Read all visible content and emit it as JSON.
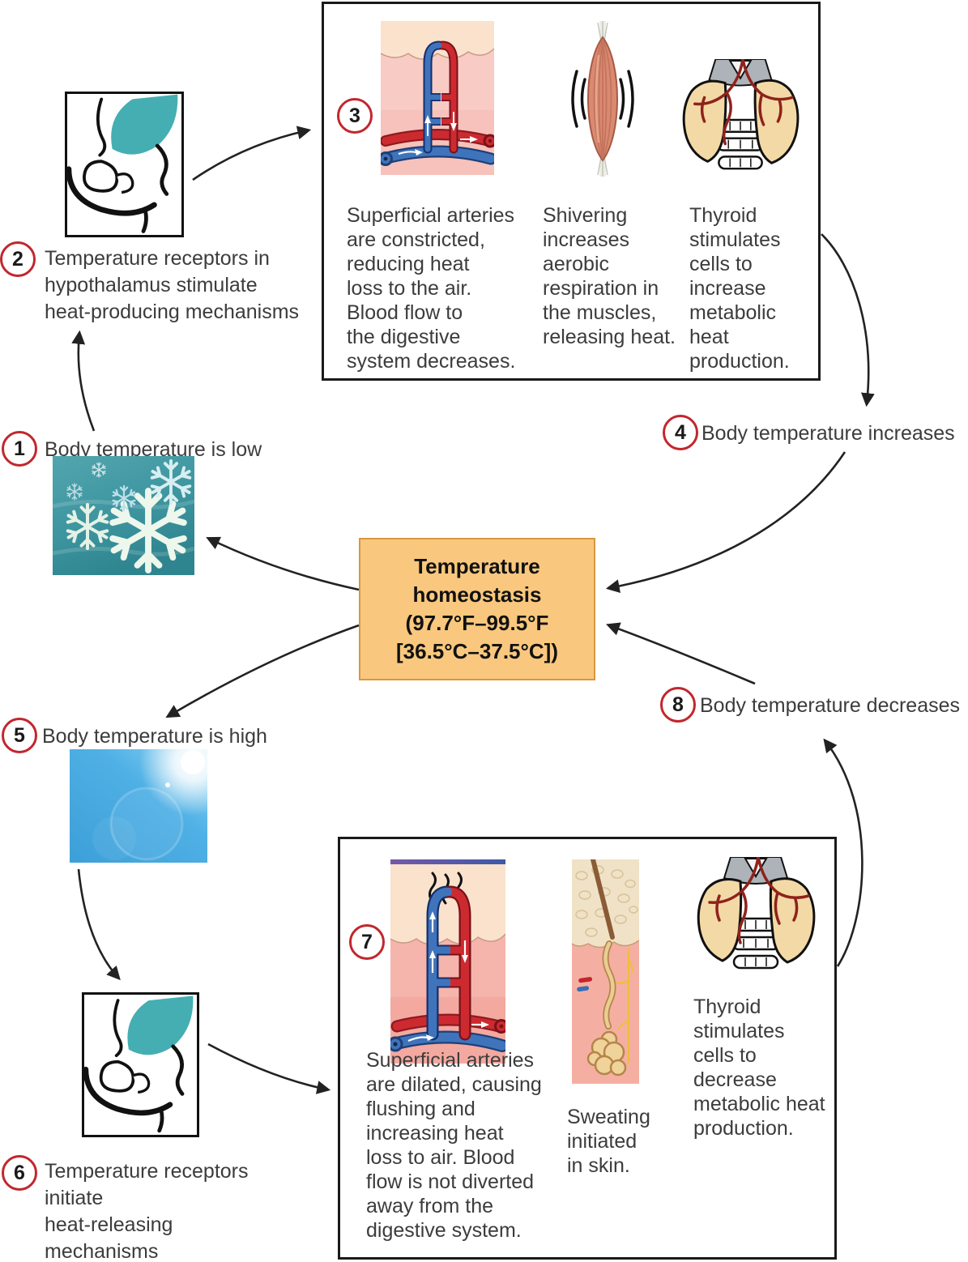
{
  "figure_title": "Temperature homeostasis feedback loop",
  "center_box": {
    "text": "Temperature\nhomeostasis\n(97.7°F–99.5°F\n[36.5°C–37.5°C])"
  },
  "steps": {
    "s1": {
      "num": "1",
      "label": "Body temperature is low"
    },
    "s2": {
      "num": "2",
      "label": "Temperature receptors in\nhypothalamus stimulate\nheat-producing mechanisms"
    },
    "s3": {
      "num": "3",
      "texts": {
        "arteries": "Superficial arteries\nare constricted,\nreducing heat\nloss to the air.\nBlood flow to\nthe digestive\nsystem decreases.",
        "shivering": "Shivering\nincreases\naerobic\nrespiration in\nthe muscles,\nreleasing heat.",
        "thyroid": "Thyroid\nstimulates\ncells to\nincrease\nmetabolic\nheat\nproduction."
      }
    },
    "s4": {
      "num": "4",
      "label": "Body temperature increases"
    },
    "s5": {
      "num": "5",
      "label": "Body temperature is high"
    },
    "s6": {
      "num": "6",
      "label": "Temperature receptors\ninitiate\nheat-releasing\nmechanisms"
    },
    "s7": {
      "num": "7",
      "texts": {
        "arteries": "Superficial arteries\nare dilated, causing\nflushing and\nincreasing heat\nloss to air. Blood\nflow is not diverted\naway from the\ndigestive system.",
        "sweating": "Sweating\ninitiated\nin skin.",
        "thyroid": "Thyroid\nstimulates\ncells to\ndecrease\nmetabolic heat\nproduction."
      }
    },
    "s8": {
      "num": "8",
      "label": "Body temperature decreases"
    }
  },
  "colors": {
    "badge_ring": "#C1272D",
    "center_fill": "#F9C87E",
    "center_border": "#D9973F",
    "hypothalamus_teal": "#45AEB2",
    "text": "#3C3C3C",
    "artery_red": "#CD2A30",
    "vein_blue": "#3F74BC"
  }
}
